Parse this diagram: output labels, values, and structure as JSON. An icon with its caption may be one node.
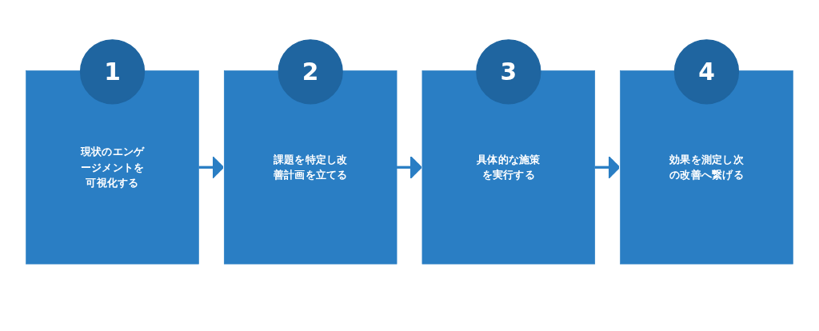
{
  "diagram": {
    "nodes": [
      {
        "text": [
          "1"
        ]
      },
      {
        "text": [
          "現状のエンゲージメントを可視化する"
        ]
      },
      {
        "text": [
          "2"
        ]
      },
      {
        "text": [
          "課題を特定し改善計画を立てる"
        ]
      },
      {
        "text": [
          "3"
        ]
      },
      {
        "text": [
          "具体的な施策を実行する"
        ]
      },
      {
        "text": [
          "4"
        ]
      },
      {
        "text": [
          "効果を測定し次の改善へ繋げる"
        ]
      }
    ],
    "edges": [
      {
        "from": 1,
        "to": 3,
        "arrow": "to"
      },
      {
        "from": 3,
        "to": 5,
        "arrow": "to"
      },
      {
        "from": 5,
        "to": 7,
        "arrow": "to"
      }
    ]
  }
}
